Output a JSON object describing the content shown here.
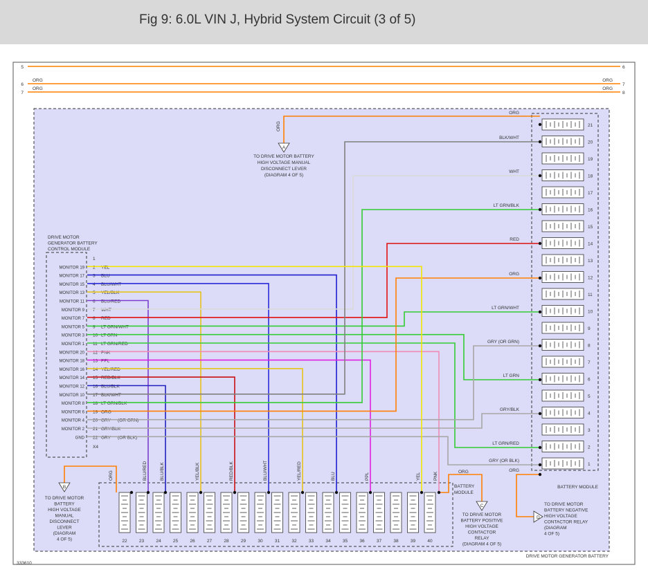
{
  "header": {
    "title": "Fig 9: 6.0L VIN J, Hybrid System Circuit (3 of 5)"
  },
  "colors": {
    "ORG": "#ff7f00",
    "GRY": "#a6a6a6",
    "BLK/WHT": "#7f7f7f",
    "WHT": "#d9d9d9",
    "LT GRN/BLK": "#33cc33",
    "RED": "#e01010",
    "LT GRN/WHT": "#33cc33",
    "LT GRN": "#33cc33",
    "LT GRN/RED": "#33cc33",
    "GRY/BLK": "#a6a6a6",
    "YEL": "#f2e600",
    "BLU": "#1f1fd0",
    "BLU/WHT": "#2a2ad8",
    "YEL/BLK": "#e6c419",
    "BLU/RED": "#7a3fd0",
    "PNK": "#f08cb4",
    "PPL": "#e020e0",
    "YEL/RED": "#e6c419",
    "RED/BLK": "#c81010",
    "BLU/BLK": "#2020c0"
  },
  "top_wires": [
    {
      "label": "ORG",
      "left_pin": "5",
      "right_pin": "6"
    },
    {
      "label": "ORG",
      "left_pin": "6",
      "right_pin": "7"
    },
    {
      "label": "ORG",
      "left_pin": "7",
      "right_pin": "8"
    }
  ],
  "control_module": {
    "title": [
      "DRIVE MOTOR",
      "GENERATOR BATTERY",
      "CONTROL MODULE"
    ],
    "connector": "X4",
    "pins": [
      {
        "pin": "1",
        "label": "",
        "wire": ""
      },
      {
        "pin": "2",
        "label": "MONITOR 19",
        "wire": "YEL"
      },
      {
        "pin": "3",
        "label": "MONITOR 17",
        "wire": "BLU"
      },
      {
        "pin": "4",
        "label": "MONITOR 15",
        "wire": "BLU/WHT"
      },
      {
        "pin": "5",
        "label": "MONITOR 13",
        "wire": "YEL/BLK"
      },
      {
        "pin": "6",
        "label": "MONITOR 11",
        "wire": "BLU/RED"
      },
      {
        "pin": "7",
        "label": "MONITOR 9",
        "wire": "WHT"
      },
      {
        "pin": "8",
        "label": "MONITOR 7",
        "wire": "RED"
      },
      {
        "pin": "9",
        "label": "MONITOR 5",
        "wire": "LT GRN/WHT"
      },
      {
        "pin": "10",
        "label": "MONITOR 3",
        "wire": "LT GRN"
      },
      {
        "pin": "11",
        "label": "MONITOR 1",
        "wire": "LT GRN/RED"
      },
      {
        "pin": "12",
        "label": "MONITOR 20",
        "wire": "PNK"
      },
      {
        "pin": "13",
        "label": "MONITOR 18",
        "wire": "PPL"
      },
      {
        "pin": "14",
        "label": "MONITOR 16",
        "wire": "YEL/RED"
      },
      {
        "pin": "15",
        "label": "MONITOR 14",
        "wire": "RED/BLK"
      },
      {
        "pin": "16",
        "label": "MONITOR 12",
        "wire": "BLU/BLK"
      },
      {
        "pin": "17",
        "label": "MONITOR 10",
        "wire": "BLK/WHT"
      },
      {
        "pin": "18",
        "label": "MONITOR 8",
        "wire": "LT GRN/BLK"
      },
      {
        "pin": "19",
        "label": "MONITOR 6",
        "wire": "ORG"
      },
      {
        "pin": "20",
        "label": "MONITOR 4",
        "wire": "GRY",
        "note": "(OR GRN)"
      },
      {
        "pin": "21",
        "label": "MONITOR 2",
        "wire": "GRY/BLK"
      },
      {
        "pin": "22",
        "label": "GND",
        "wire": "GRY",
        "note": "(OR BLK)"
      }
    ]
  },
  "right_stack": {
    "module_label": "BATTERY MODULE",
    "wires": [
      {
        "cell": "21",
        "label": "ORG"
      },
      {
        "cell": "20",
        "label": "BLK/WHT"
      },
      {
        "cell": "18",
        "label": "WHT"
      },
      {
        "cell": "16",
        "label": "LT GRN/BLK"
      },
      {
        "cell": "14",
        "label": "RED"
      },
      {
        "cell": "12",
        "label": "ORG"
      },
      {
        "cell": "10",
        "label": "LT GRN/WHT"
      },
      {
        "cell": "8",
        "label": "GRY",
        "note": "(OR GRN)"
      },
      {
        "cell": "6",
        "label": "LT GRN"
      },
      {
        "cell": "4",
        "label": "GRY/BLK"
      },
      {
        "cell": "2",
        "label": "LT GRN/RED"
      },
      {
        "cell": "1",
        "label": "GRY",
        "note": "(OR BLK)"
      },
      {
        "cell": "1",
        "label": "ORG"
      }
    ]
  },
  "bottom_row": {
    "module_label": [
      "BATTERY",
      "MODULE"
    ],
    "wires": [
      {
        "label": "ORG"
      },
      {
        "label": "BLU/RED"
      },
      {
        "label": "BLU/BLK"
      },
      {
        "label": "YEL/BLK"
      },
      {
        "label": "RED/BLK"
      },
      {
        "label": "BLU/WHT"
      },
      {
        "label": "YEL/RED"
      },
      {
        "label": "BLU"
      },
      {
        "label": "PPL"
      },
      {
        "label": "YEL"
      },
      {
        "label": "PNK"
      },
      {
        "label": "ORG"
      }
    ]
  },
  "connectors": {
    "A": {
      "letter": "A",
      "wire": "ORG",
      "text": [
        "TO DRIVE MOTOR BATTERY",
        "HIGH VOLTAGE MANUAL",
        "DISCONNECT LEVER",
        "(DIAGRAM 4 OF 5)"
      ]
    },
    "B": {
      "letter": "B",
      "text": [
        "TO DRIVE MOTOR",
        "BATTERY",
        "HIGH VOLTAGE",
        "MANUAL",
        "DISCONNECT",
        "LEVER",
        "(DIAGRAM",
        "4 OF 5)"
      ]
    },
    "C": {
      "letter": "C",
      "text": [
        "TO DRIVE MOTOR",
        "BATTERY POSITIVE",
        "HIGH VOLTAGE",
        "CONTACTOR",
        "RELAY",
        "(DIAGRAM 4 OF 5)"
      ]
    },
    "D": {
      "letter": "D",
      "text": [
        "TO DRIVE MOTOR",
        "BATTERY NEGATIVE",
        "HIGH VOLTAGE",
        "CONTACTOR RELAY",
        "(DIAGRAM",
        "4 OF 5)"
      ]
    }
  },
  "outer_label": "DRIVE MOTOR GENERATOR BATTERY",
  "figure_id": "333610"
}
